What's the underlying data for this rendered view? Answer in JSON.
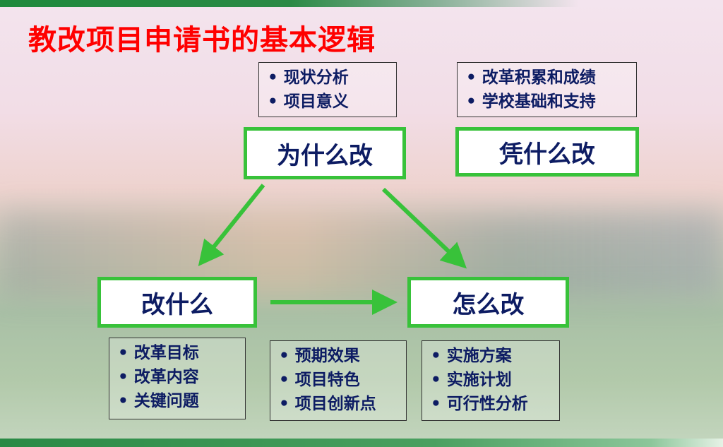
{
  "title": "教改项目申请书的基本逻辑",
  "nodes": {
    "why": "为什么改",
    "basis": "凭什么改",
    "what": "改什么",
    "how": "怎么改"
  },
  "notes": {
    "why": [
      "现状分析",
      "项目意义"
    ],
    "basis": [
      "改革积累和成绩",
      "学校基础和支持"
    ],
    "what": [
      "改革目标",
      "改革内容",
      "关键问题"
    ],
    "effect": [
      "预期效果",
      "项目特色",
      "项目创新点"
    ],
    "how": [
      "实施方案",
      "实施计划",
      "可行性分析"
    ]
  },
  "colors": {
    "title": "#ff0000",
    "box_border": "#38c23a",
    "text": "#0d1c63"
  }
}
